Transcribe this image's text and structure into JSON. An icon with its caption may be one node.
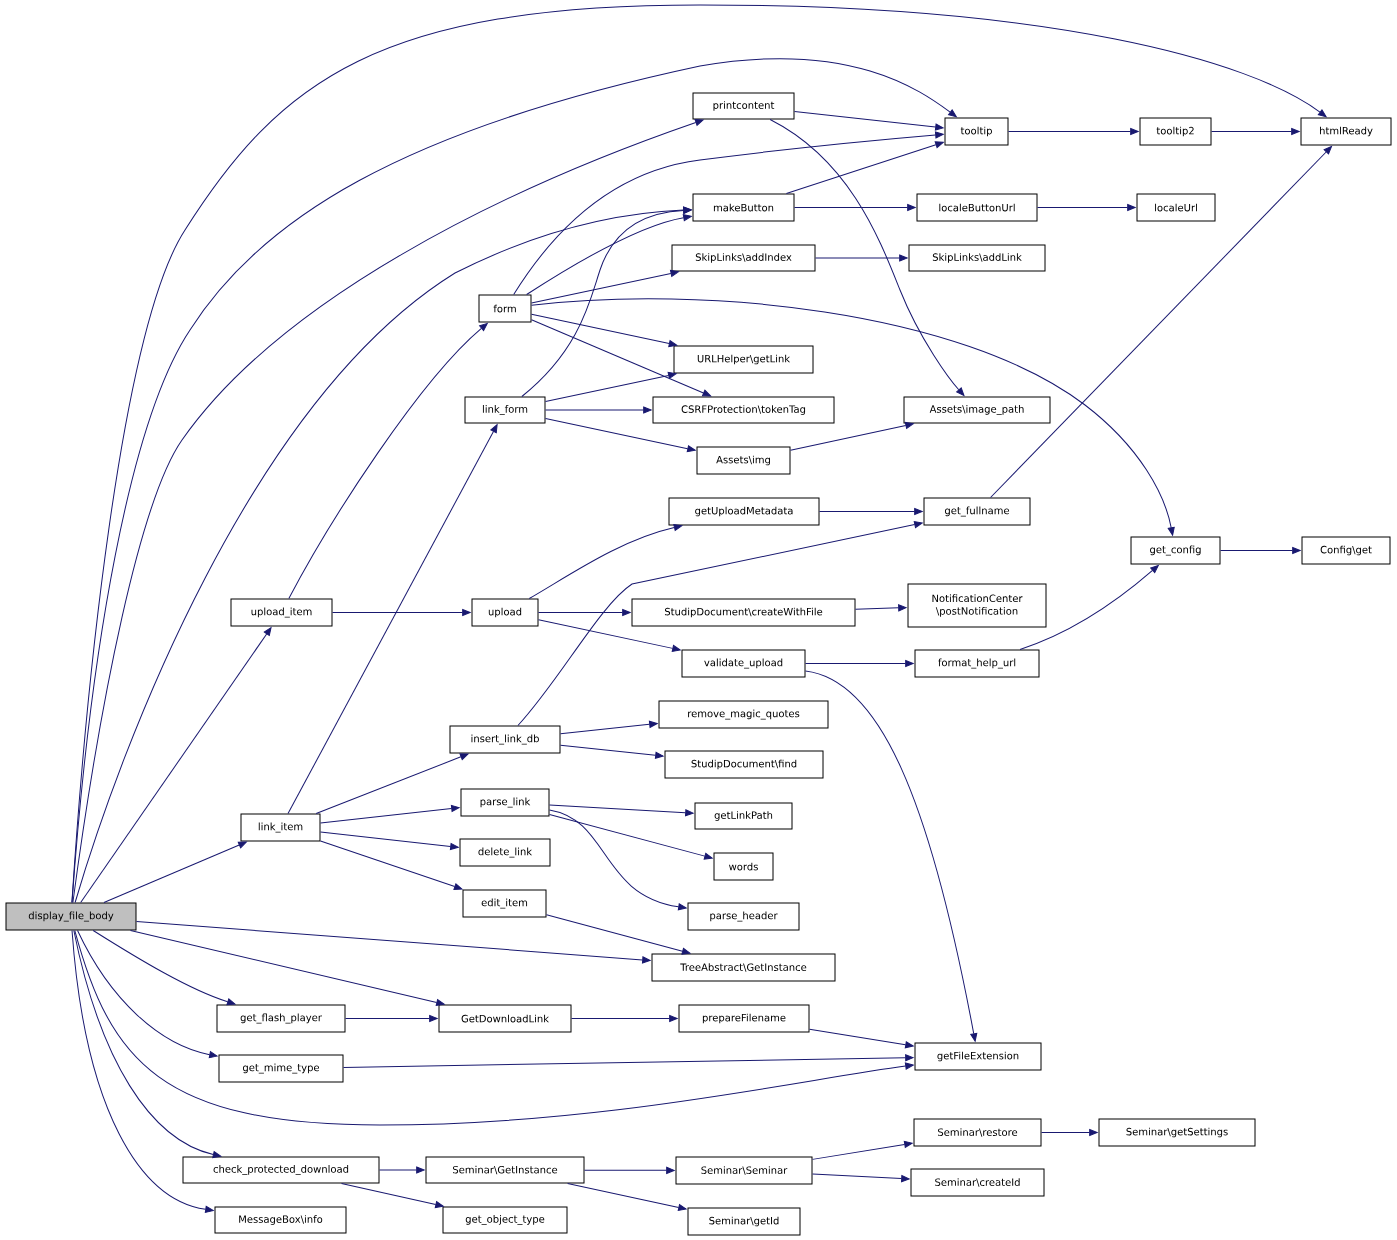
{
  "diagram": {
    "nodes": [
      {
        "text": [
          "printcontent"
        ]
      },
      {
        "text": [
          "tooltip"
        ]
      },
      {
        "text": [
          "tooltip2"
        ]
      },
      {
        "text": [
          "htmlReady"
        ]
      },
      {
        "text": [
          "makeButton"
        ]
      },
      {
        "text": [
          "localeButtonUrl"
        ]
      },
      {
        "text": [
          "localeUrl"
        ]
      },
      {
        "text": [
          "SkipLinks\\addIndex"
        ]
      },
      {
        "text": [
          "SkipLinks\\addLink"
        ]
      },
      {
        "text": [
          "form"
        ]
      },
      {
        "text": [
          "URLHelper\\getLink"
        ]
      },
      {
        "text": [
          "link_form"
        ]
      },
      {
        "text": [
          "CSRFProtection\\tokenTag"
        ]
      },
      {
        "text": [
          "Assets\\image_path"
        ]
      },
      {
        "text": [
          "Assets\\img"
        ]
      },
      {
        "text": [
          "getUploadMetadata"
        ]
      },
      {
        "text": [
          "get_fullname"
        ]
      },
      {
        "text": [
          "get_config"
        ]
      },
      {
        "text": [
          "Config\\get"
        ]
      },
      {
        "text": [
          "NotificationCenter \\postNotification"
        ]
      },
      {
        "text": [
          "upload_item"
        ]
      },
      {
        "text": [
          "upload"
        ]
      },
      {
        "text": [
          "StudipDocument\\createWithFile"
        ]
      },
      {
        "text": [
          "validate_upload"
        ]
      },
      {
        "text": [
          "format_help_url"
        ]
      },
      {
        "text": [
          "remove_magic_quotes"
        ]
      },
      {
        "text": [
          "insert_link_db"
        ]
      },
      {
        "text": [
          "StudipDocument\\find"
        ]
      },
      {
        "text": [
          "parse_link"
        ]
      },
      {
        "text": [
          "getLinkPath"
        ]
      },
      {
        "text": [
          "link_item"
        ]
      },
      {
        "text": [
          "delete_link"
        ]
      },
      {
        "text": [
          "words"
        ]
      },
      {
        "text": [
          "edit_item"
        ]
      },
      {
        "text": [
          "display_file_body"
        ]
      },
      {
        "text": [
          "parse_header"
        ]
      },
      {
        "text": [
          "TreeAbstract\\GetInstance"
        ]
      },
      {
        "text": [
          "get_flash_player"
        ]
      },
      {
        "text": [
          "GetDownloadLink"
        ]
      },
      {
        "text": [
          "prepareFilename"
        ]
      },
      {
        "text": [
          "getFileExtension"
        ]
      },
      {
        "text": [
          "get_mime_type"
        ]
      },
      {
        "text": [
          "Seminar\\restore"
        ]
      },
      {
        "text": [
          "Seminar\\getSettings"
        ]
      },
      {
        "text": [
          "check_protected_download"
        ]
      },
      {
        "text": [
          "Seminar\\GetInstance"
        ]
      },
      {
        "text": [
          "Seminar\\Seminar"
        ]
      },
      {
        "text": [
          "Seminar\\createId"
        ]
      },
      {
        "text": [
          "MessageBox\\info"
        ]
      },
      {
        "text": [
          "get_object_type"
        ]
      },
      {
        "text": [
          "Seminar\\getId"
        ]
      }
    ],
    "edges": [
      {
        "from": 34,
        "to": 3,
        "arrow": "to"
      },
      {
        "from": 34,
        "to": 1,
        "arrow": "to"
      },
      {
        "from": 34,
        "to": 0,
        "arrow": "to"
      },
      {
        "from": 34,
        "to": 4,
        "arrow": "to"
      },
      {
        "from": 34,
        "to": 20,
        "arrow": "to"
      },
      {
        "from": 34,
        "to": 30,
        "arrow": "to"
      },
      {
        "from": 34,
        "to": 36,
        "arrow": "to"
      },
      {
        "from": 34,
        "to": 38,
        "arrow": "to"
      },
      {
        "from": 34,
        "to": 37,
        "arrow": "to"
      },
      {
        "from": 34,
        "to": 41,
        "arrow": "to"
      },
      {
        "from": 34,
        "to": 40,
        "arrow": "to"
      },
      {
        "from": 34,
        "to": 44,
        "arrow": "to"
      },
      {
        "from": 34,
        "to": 48,
        "arrow": "to"
      },
      {
        "from": 0,
        "to": 1,
        "arrow": "to"
      },
      {
        "from": 0,
        "to": 13,
        "arrow": "to"
      },
      {
        "from": 1,
        "to": 2,
        "arrow": "to"
      },
      {
        "from": 2,
        "to": 3,
        "arrow": "to"
      },
      {
        "from": 4,
        "to": 1,
        "arrow": "to"
      },
      {
        "from": 4,
        "to": 5,
        "arrow": "to"
      },
      {
        "from": 5,
        "to": 6,
        "arrow": "to"
      },
      {
        "from": 7,
        "to": 8,
        "arrow": "to"
      },
      {
        "from": 9,
        "to": 1,
        "arrow": "to"
      },
      {
        "from": 9,
        "to": 4,
        "arrow": "to"
      },
      {
        "from": 9,
        "to": 7,
        "arrow": "to"
      },
      {
        "from": 9,
        "to": 17,
        "arrow": "to"
      },
      {
        "from": 9,
        "to": 10,
        "arrow": "to"
      },
      {
        "from": 9,
        "to": 12,
        "arrow": "to"
      },
      {
        "from": 11,
        "to": 4,
        "arrow": "to"
      },
      {
        "from": 11,
        "to": 10,
        "arrow": "to"
      },
      {
        "from": 11,
        "to": 12,
        "arrow": "to"
      },
      {
        "from": 11,
        "to": 14,
        "arrow": "to"
      },
      {
        "from": 14,
        "to": 13,
        "arrow": "to"
      },
      {
        "from": 15,
        "to": 16,
        "arrow": "to"
      },
      {
        "from": 16,
        "to": 3,
        "arrow": "to"
      },
      {
        "from": 17,
        "to": 18,
        "arrow": "to"
      },
      {
        "from": 20,
        "to": 9,
        "arrow": "to"
      },
      {
        "from": 20,
        "to": 21,
        "arrow": "to"
      },
      {
        "from": 21,
        "to": 15,
        "arrow": "to"
      },
      {
        "from": 21,
        "to": 22,
        "arrow": "to"
      },
      {
        "from": 21,
        "to": 23,
        "arrow": "to"
      },
      {
        "from": 22,
        "to": 19,
        "arrow": "to"
      },
      {
        "from": 23,
        "to": 24,
        "arrow": "to"
      },
      {
        "from": 23,
        "to": 40,
        "arrow": "to"
      },
      {
        "from": 24,
        "to": 17,
        "arrow": "to"
      },
      {
        "from": 26,
        "to": 16,
        "arrow": "to"
      },
      {
        "from": 26,
        "to": 25,
        "arrow": "to"
      },
      {
        "from": 26,
        "to": 27,
        "arrow": "to"
      },
      {
        "from": 30,
        "to": 11,
        "arrow": "to"
      },
      {
        "from": 30,
        "to": 26,
        "arrow": "to"
      },
      {
        "from": 30,
        "to": 28,
        "arrow": "to"
      },
      {
        "from": 30,
        "to": 31,
        "arrow": "to"
      },
      {
        "from": 30,
        "to": 33,
        "arrow": "to"
      },
      {
        "from": 28,
        "to": 29,
        "arrow": "to"
      },
      {
        "from": 28,
        "to": 32,
        "arrow": "to"
      },
      {
        "from": 28,
        "to": 35,
        "arrow": "to"
      },
      {
        "from": 33,
        "to": 36,
        "arrow": "to"
      },
      {
        "from": 37,
        "to": 38,
        "arrow": "to"
      },
      {
        "from": 38,
        "to": 39,
        "arrow": "to"
      },
      {
        "from": 39,
        "to": 40,
        "arrow": "to"
      },
      {
        "from": 41,
        "to": 40,
        "arrow": "to"
      },
      {
        "from": 44,
        "to": 45,
        "arrow": "to"
      },
      {
        "from": 44,
        "to": 49,
        "arrow": "to"
      },
      {
        "from": 45,
        "to": 46,
        "arrow": "to"
      },
      {
        "from": 45,
        "to": 50,
        "arrow": "to"
      },
      {
        "from": 46,
        "to": 42,
        "arrow": "to"
      },
      {
        "from": 46,
        "to": 47,
        "arrow": "to"
      },
      {
        "from": 42,
        "to": 43,
        "arrow": "to"
      }
    ]
  }
}
